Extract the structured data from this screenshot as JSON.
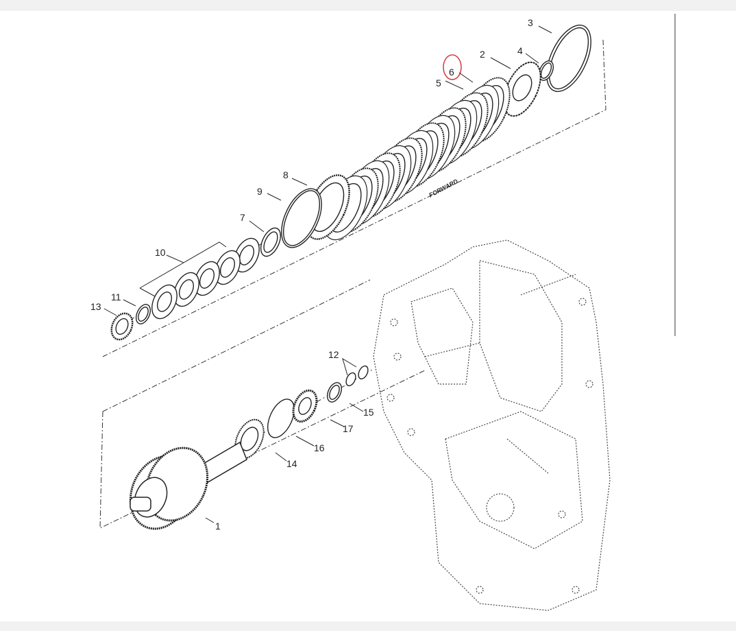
{
  "diagram": {
    "title_text": "FORWARD",
    "highlight_color": "#d23a3a",
    "highlighted_part": "6",
    "callouts": [
      {
        "id": "c1",
        "label": "1"
      },
      {
        "id": "c2",
        "label": "2"
      },
      {
        "id": "c3",
        "label": "3"
      },
      {
        "id": "c4",
        "label": "4"
      },
      {
        "id": "c5",
        "label": "5"
      },
      {
        "id": "c6",
        "label": "6"
      },
      {
        "id": "c7",
        "label": "7"
      },
      {
        "id": "c8",
        "label": "8"
      },
      {
        "id": "c9",
        "label": "9"
      },
      {
        "id": "c10",
        "label": "10"
      },
      {
        "id": "c11",
        "label": "11"
      },
      {
        "id": "c12",
        "label": "12"
      },
      {
        "id": "c13",
        "label": "13"
      },
      {
        "id": "c14",
        "label": "14"
      },
      {
        "id": "c15",
        "label": "15"
      },
      {
        "id": "c16",
        "label": "16"
      },
      {
        "id": "c17",
        "label": "17"
      }
    ]
  }
}
